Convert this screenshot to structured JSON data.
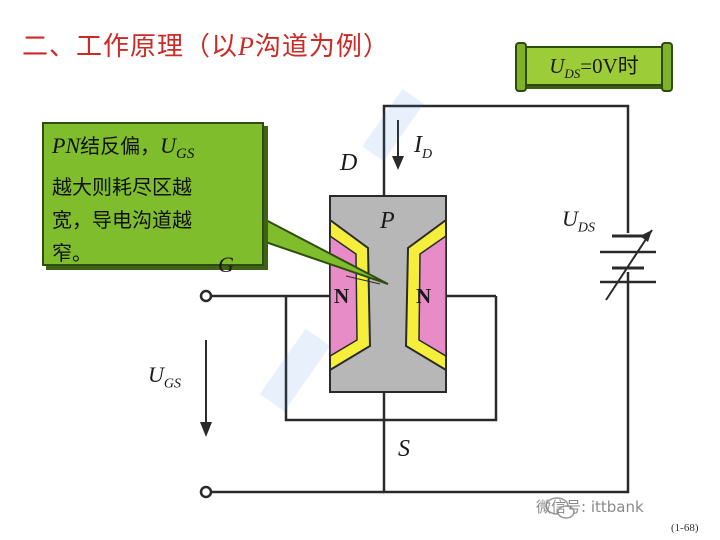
{
  "title": {
    "prefix": "二、工作原理（以",
    "italic_letter": "P",
    "suffix": "沟道为例）"
  },
  "condition": {
    "u": "U",
    "sub": "DS",
    "rest": "=0V时"
  },
  "callout": {
    "line1_italic": "PN",
    "line1_text": "结反偏，",
    "ugs_u": "U",
    "ugs_sub": "GS",
    "line2": "越大则耗尽区越",
    "line3": "宽，导电沟道越",
    "line4": "窄。"
  },
  "labels": {
    "d": "D",
    "s": "S",
    "g": "G",
    "p": "P",
    "n_left": "N",
    "n_right": "N",
    "id_i": "I",
    "id_sub": "D",
    "uds_u": "U",
    "uds_sub": "DS",
    "ugs_u": "U",
    "ugs_sub": "GS"
  },
  "watermark": {
    "text": "微信号: ittbank"
  },
  "page_number": "(1-68)",
  "colors": {
    "title": "#cc2a26",
    "callout_bg": "#7fbd2c",
    "channel_body": "#b7b7b7",
    "n_region": "#e88cc8",
    "depletion": "#f5ee3a"
  }
}
